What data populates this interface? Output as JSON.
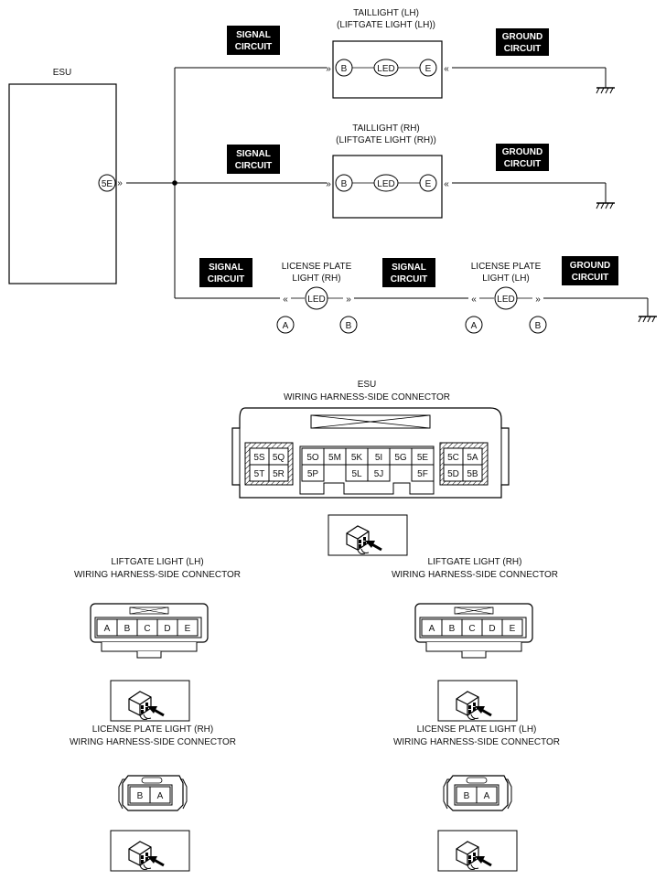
{
  "esu": {
    "label": "ESU",
    "pin": "5E"
  },
  "taillight_lh": {
    "line1": "TAILLIGHT (LH)",
    "line2": "(LIFTGATE LIGHT (LH))",
    "pin_b": "B",
    "led": "LED",
    "pin_e": "E"
  },
  "taillight_rh": {
    "line1": "TAILLIGHT (RH)",
    "line2": "(LIFTGATE LIGHT (RH))",
    "pin_b": "B",
    "led": "LED",
    "pin_e": "E"
  },
  "license_rh": {
    "line1": "LICENSE PLATE",
    "line2": "LIGHT (RH)",
    "led": "LED",
    "pin_a": "A",
    "pin_b": "B"
  },
  "license_lh": {
    "line1": "LICENSE PLATE",
    "line2": "LIGHT (LH)",
    "led": "LED",
    "pin_a": "A",
    "pin_b": "B"
  },
  "badges": {
    "signal_l1": "SIGNAL",
    "signal_l2": "CIRCUIT",
    "ground_l1": "GROUND",
    "ground_l2": "CIRCUIT"
  },
  "esu_connector": {
    "title1": "ESU",
    "title2": "WIRING HARNESS-SIDE CONNECTOR",
    "pins_top": [
      "5S",
      "5Q",
      "5O",
      "5M",
      "5K",
      "5I",
      "5G",
      "5E",
      "5C",
      "5A"
    ],
    "pins_bottom": [
      "5T",
      "5R",
      "5P",
      "5L",
      "5J",
      "5F",
      "5D",
      "5B"
    ]
  },
  "liftgate_lh_conn": {
    "title1": "LIFTGATE LIGHT (LH)",
    "title2": "WIRING HARNESS-SIDE CONNECTOR",
    "pins": [
      "A",
      "B",
      "C",
      "D",
      "E"
    ]
  },
  "liftgate_rh_conn": {
    "title1": "LIFTGATE LIGHT (RH)",
    "title2": "WIRING HARNESS-SIDE CONNECTOR",
    "pins": [
      "A",
      "B",
      "C",
      "D",
      "E"
    ]
  },
  "license_rh_conn": {
    "title1": "LICENSE PLATE LIGHT (RH)",
    "title2": "WIRING HARNESS-SIDE CONNECTOR",
    "pins": [
      "B",
      "A"
    ]
  },
  "license_lh_conn": {
    "title1": "LICENSE PLATE LIGHT (LH)",
    "title2": "WIRING HARNESS-SIDE CONNECTOR",
    "pins": [
      "B",
      "A"
    ]
  }
}
